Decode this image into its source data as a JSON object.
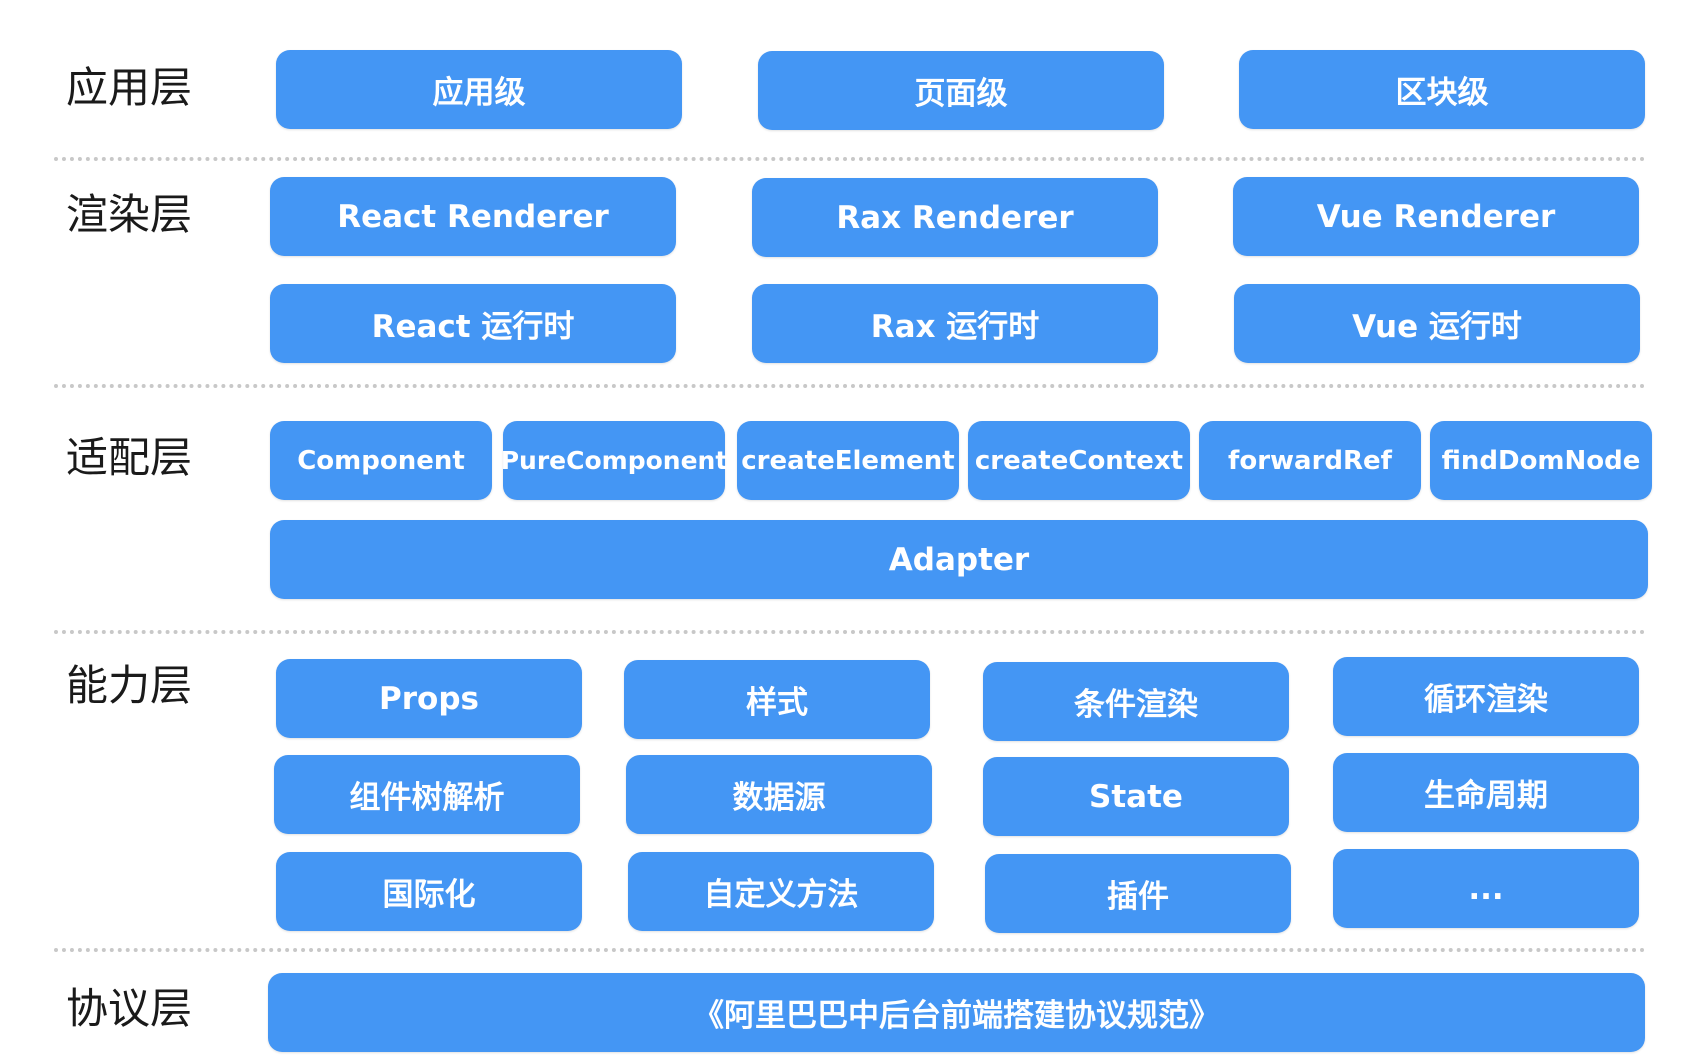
{
  "layers": {
    "app": {
      "label": "应用层",
      "items": [
        "应用级",
        "页面级",
        "区块级"
      ]
    },
    "render": {
      "label": "渲染层",
      "renderers": [
        "React Renderer",
        "Rax Renderer",
        "Vue Renderer"
      ],
      "runtimes": [
        "React 运行时",
        "Rax 运行时",
        "Vue 运行时"
      ]
    },
    "adapter": {
      "label": "适配层",
      "apis": [
        "Component",
        "PureComponent",
        "createElement",
        "createContext",
        "forwardRef",
        "findDomNode"
      ],
      "adapter": "Adapter"
    },
    "capability": {
      "label": "能力层",
      "rows": [
        [
          "Props",
          "样式",
          "条件渲染",
          "循环渲染"
        ],
        [
          "组件树解析",
          "数据源",
          "State",
          "生命周期"
        ],
        [
          "国际化",
          "自定义方法",
          "插件",
          "..."
        ]
      ]
    },
    "protocol": {
      "label": "协议层",
      "spec": "《阿里巴巴中后台前端搭建协议规范》"
    }
  },
  "colors": {
    "box": "#4496f4",
    "box_text": "#ffffff",
    "label_text": "#1a1a1a",
    "divider": "#c8c8c8"
  }
}
